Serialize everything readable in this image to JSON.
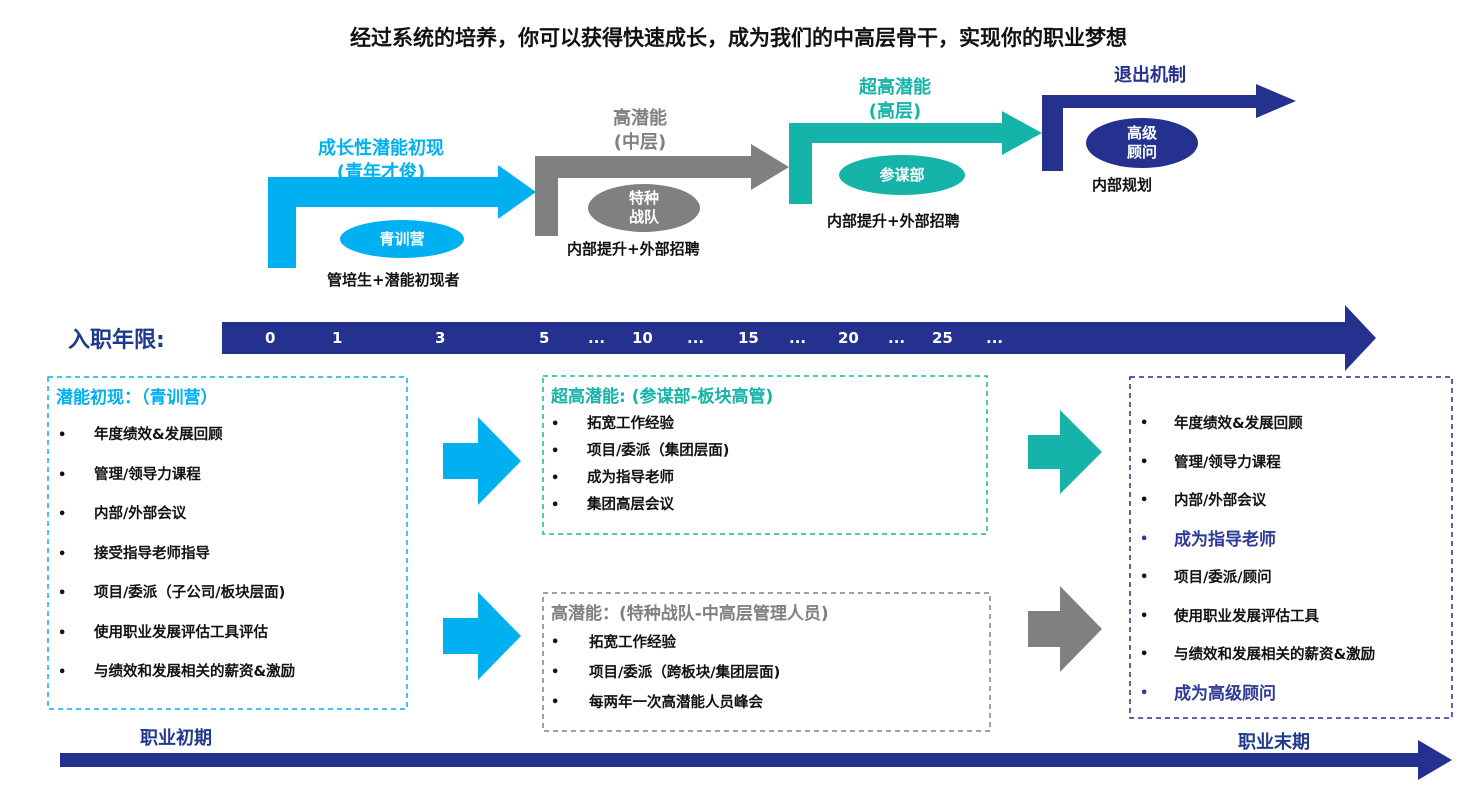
{
  "title": "经过系统的培养，你可以获得快速成长，成为我们的中高层骨干，实现你的职业梦想",
  "colors": {
    "cyan": "#00b0f0",
    "gray": "#808080",
    "teal": "#16b3a8",
    "navy": "#24318e",
    "navy_text": "#2e3b96"
  },
  "stages": {
    "s1": {
      "label_line1": "成长性潜能初现",
      "label_line2": "(青年才俊)",
      "oval": "青训营",
      "note": "管培生+潜能初现者"
    },
    "s2": {
      "label_line1": "高潜能",
      "label_line2": "(中层)",
      "oval_line1": "特种",
      "oval_line2": "战队",
      "note": "内部提升+外部招聘"
    },
    "s3": {
      "label_line1": "超高潜能",
      "label_line2": "(高层)",
      "oval": "参谋部",
      "note": "内部提升+外部招聘"
    },
    "s4": {
      "label": "退出机制",
      "oval_line1": "高级",
      "oval_line2": "顾问",
      "note": "内部规划"
    }
  },
  "timeline": {
    "label": "入职年限:",
    "ticks": [
      "0",
      "1",
      "3",
      "5",
      "...",
      "10",
      "...",
      "15",
      "...",
      "20",
      "...",
      "25",
      "..."
    ]
  },
  "boxes": {
    "early": {
      "title": "潜能初现：（青训营）",
      "items": [
        "年度绩效&发展回顾",
        "管理/领导力课程",
        "内部/外部会议",
        "接受指导老师指导",
        "项目/委派（子公司/板块层面)",
        "使用职业发展评估工具评估",
        "与绩效和发展相关的薪资&激励"
      ]
    },
    "super": {
      "title": "超高潜能: (参谋部-板块高管)",
      "items": [
        "拓宽工作经验",
        "项目/委派（集团层面)",
        "成为指导老师",
        "集团高层会议"
      ]
    },
    "high": {
      "title": "高潜能：(特种战队-中高层管理人员)",
      "items": [
        "拓宽工作经验",
        "项目/委派（跨板块/集团层面)",
        "每两年一次高潜能人员峰会"
      ]
    },
    "late": {
      "items": [
        {
          "text": "年度绩效&发展回顾",
          "highlight": false
        },
        {
          "text": "管理/领导力课程",
          "highlight": false
        },
        {
          "text": "内部/外部会议",
          "highlight": false
        },
        {
          "text": "成为指导老师",
          "highlight": true
        },
        {
          "text": "项目/委派/顾问",
          "highlight": false
        },
        {
          "text": "使用职业发展评估工具",
          "highlight": false
        },
        {
          "text": "与绩效和发展相关的薪资&激励",
          "highlight": false
        },
        {
          "text": "成为高级顾问",
          "highlight": true
        }
      ]
    }
  },
  "career": {
    "start": "职业初期",
    "end": "职业末期"
  }
}
